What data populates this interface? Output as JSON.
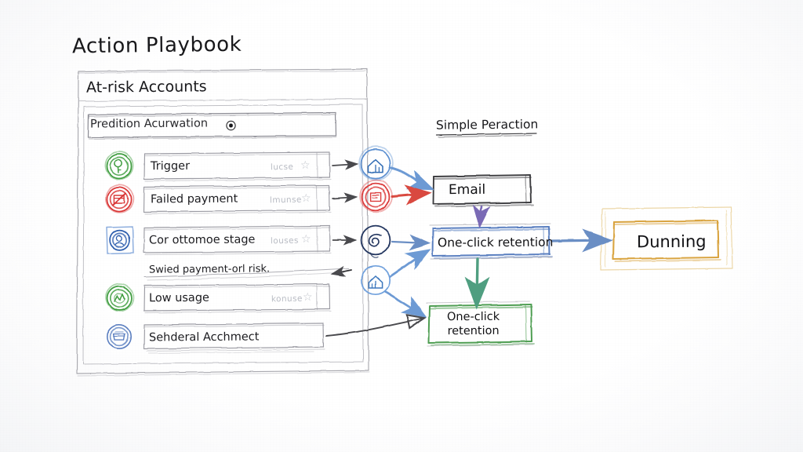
{
  "canvas": {
    "title": "Action Playbook",
    "background_hex": "#ffffff",
    "style": "hand-drawn pencil sketch wireframe"
  },
  "left_panel": {
    "name": "At-risk Accounts panel",
    "title": "At-risk Accounts",
    "search": {
      "value": "Predition Acurwation",
      "trailing_glyph": "info-glyph"
    },
    "rows": [
      {
        "label": "Trigger",
        "meta": "lucse",
        "star": "☆",
        "icon": "target-circle-icon",
        "icon_color_hex": "#3f9d3f",
        "icon_frame": "circle"
      },
      {
        "label": "Failed payment",
        "meta": "lmunse",
        "star": "☆",
        "icon": "blocked-card-icon",
        "icon_color_hex": "#d93636",
        "icon_frame": "circle"
      },
      {
        "label": "Cor ottomoe  stage",
        "meta": "louses",
        "star": "☆",
        "icon": "contact-stage-icon",
        "icon_color_hex": "#3a6fc4",
        "icon_frame": "square"
      },
      {
        "label": "Low usage",
        "meta": "konuse",
        "star": "☆",
        "icon": "low-usage-icon",
        "icon_color_hex": "#3f9d3f",
        "icon_frame": "circle"
      },
      {
        "label": "Sehderal Acchmect",
        "meta": "",
        "star": "",
        "icon": "scheduled-batch-icon",
        "icon_color_hex": "#5b7fc0",
        "icon_frame": "circle"
      }
    ],
    "inline_note": "Swied payment-orl risk."
  },
  "middle_icons": [
    {
      "name": "upload-home-icon",
      "color_hex": "#5b8fd0"
    },
    {
      "name": "stamp-reject-icon",
      "color_hex": "#dc3c3c"
    },
    {
      "name": "spiral-at-icon",
      "color_hex": "#23365e"
    },
    {
      "name": "upload-home-icon-2",
      "color_hex": "#6fa0dc"
    }
  ],
  "flow": {
    "column_header": "Simple Peraction",
    "nodes": [
      {
        "id": "email",
        "label": "Email",
        "border_hex": "#3c3c40",
        "accent": "grey"
      },
      {
        "id": "oneclick",
        "label": "One-click retention",
        "border_hex": "#5a7fc0",
        "accent": "blue"
      },
      {
        "id": "oneclick2",
        "label": "One-click\nretention",
        "border_hex": "#4f9e52",
        "accent": "green"
      },
      {
        "id": "dunning",
        "label": "Dunning",
        "border_hex": "#d9a441",
        "accent": "amber"
      }
    ],
    "arrow_colors": {
      "grey": "#4a4a4e",
      "blue": "#6d9ad4",
      "red": "#d9493f",
      "purple": "#7a6bb5",
      "green": "#4f9e80",
      "steel": "#6b8ec4"
    }
  }
}
